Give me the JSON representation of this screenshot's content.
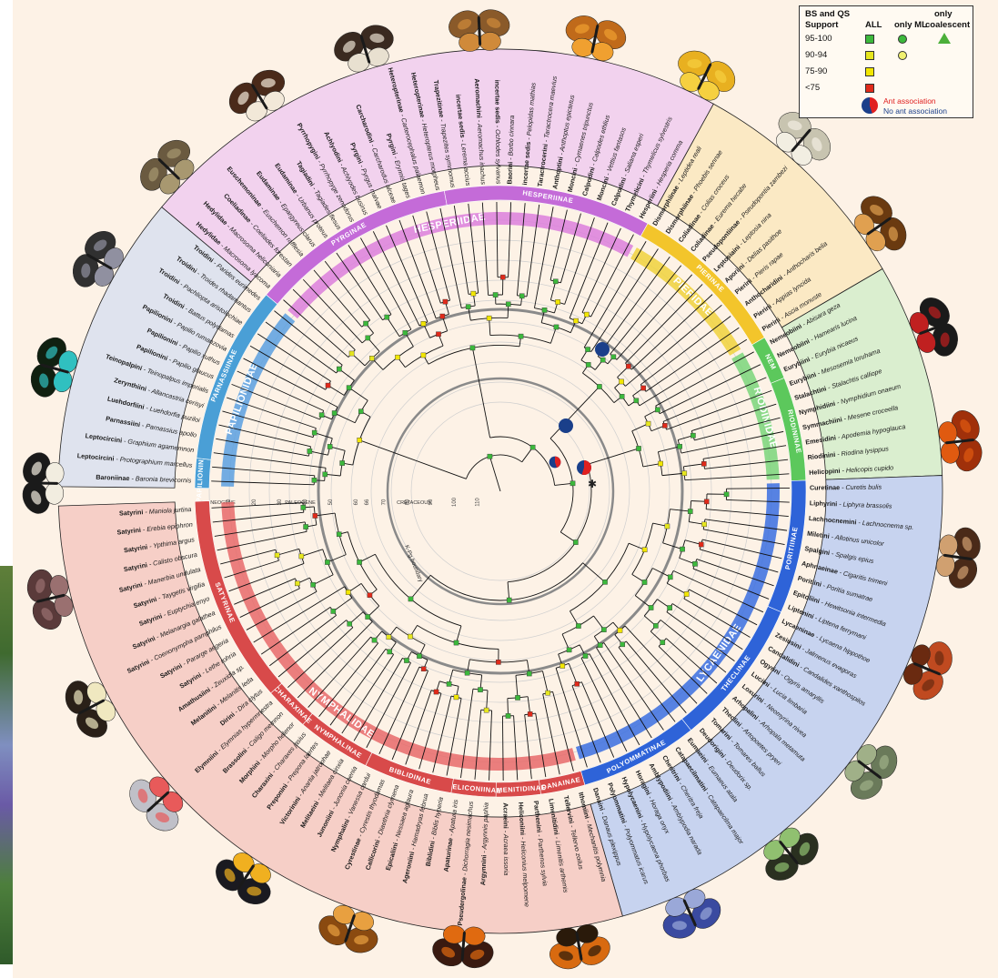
{
  "legend": {
    "title_line1": "BS and QS",
    "title_line2": "Support",
    "col_all": "ALL",
    "col_ml": "only ML",
    "col_coal_line1": "only",
    "col_coal_line2": "coalescent",
    "rows": [
      {
        "range": "95-100",
        "color": "#3cb83c"
      },
      {
        "range": "90-94",
        "color": "#e6e61e"
      },
      {
        "range": "75-90",
        "color": "#f2e600"
      },
      {
        "range": "<75",
        "color": "#e02a1a"
      }
    ],
    "ant_yes": "Ant association",
    "ant_no": "No ant association",
    "ant_yes_color": "#e02020",
    "ant_no_color": "#1a3f8a"
  },
  "time_axis": {
    "labels": [
      "110",
      "100",
      "90",
      "80",
      "70",
      "66",
      "60",
      "50",
      "40",
      "30",
      "20",
      "10",
      "0"
    ],
    "eras": [
      "CRETACEOUS",
      "PALEOGENE",
      "NEOGENE"
    ],
    "boundary": "K-Pg boundary"
  },
  "families": [
    {
      "name": "HESPERIIDAE",
      "color": "#dc7fdc"
    },
    {
      "name": "PIERIDAE",
      "color": "#f0d23c"
    },
    {
      "name": "RIODINIDAE",
      "color": "#7ad67a"
    },
    {
      "name": "LYCAENIDAE",
      "color": "#3a6ee0"
    },
    {
      "name": "NYMPHALIDAE",
      "color": "#e86a6a"
    },
    {
      "name": "PAPILIONIDAE",
      "color": "#5aa0e0"
    }
  ],
  "subfamilies": [
    "HESPERIINAE",
    "PYRGINAE",
    "PIERINAE",
    "NEM",
    "RIODININAE",
    "PORITIINAE",
    "SATYRINAE",
    "CHARAXINAE",
    "NYMPHALINAE",
    "BIBLIDINAE",
    "HELICONIINAE",
    "LIMENITIDINAE",
    "DANAINAE",
    "POLYOMMATINAE",
    "THECLINAE",
    "PAPILIONINAE",
    "PARNASSIINAE"
  ],
  "tips": [
    "Baroniinae - Baronia brevicornis",
    "Leptocircini - Protographium marcellus",
    "Leptocircini - Graphium agamemnon",
    "Parnassiini - Parnassius apollo",
    "Luehdorfiini - Luehdorfia puziloi",
    "Zerynthiini - Allancastria cerisyi",
    "Teinopalpini - Teinopalpus imperialis",
    "Papilionini - Papilio glaucus",
    "Papilionini - Papilio xuthus",
    "Papilionini - Papilio rumanzovia",
    "Troidini - Battus polydamas",
    "Troidini - Pachliopta aristolochiae",
    "Troidini - Troides rhadamantus",
    "Troidini - Parides eurimedes",
    "Hedylidae - Macrosoma lyacoma",
    "Hedylidae - Macrosoma heliconiaria",
    "Coeliadinae - Coeliades forestan",
    "Euschemoninae - Euschemon rafflesia",
    "Eudaminae - Epargyreus clarus",
    "Eudaminae - Urbanus proteus",
    "Tagiadini - Tagiades flesus",
    "Pyrrhopygini - Pyrrhopyge zenodorus",
    "Achlyodini - Achlyodes busirus",
    "Pyrgini - Pyrgus malvae",
    "Carcharodini - Carcharodus alceae",
    "Pyrgini - Erynnis tages",
    "Heteropterinae - Carterocephalus palaemon",
    "Heteropterinae - Heteropterus morpheus",
    "Trapezitinae - Trapezites symmomus",
    "incertae sedis - Lerema accius",
    "Aeromachini - Aeromachus inachus",
    "incertae sedis - Ochlodes sylvanus",
    "Baorini - Borbo cinnara",
    "incertae sedis - Pelopidas mathias",
    "Taractrocerini - Taractrocera maevius",
    "Anthoptini - Anthoptus epictetus",
    "Moncini - Cymaenes tripunctus",
    "Calpodini - Calpodes ethlius",
    "Moncini - Vettius fantasos",
    "Calpodini - Saliana esperi",
    "Thymelicini - Thymelicus sylvestris",
    "Hesperiini - Hesperia comma",
    "Dismorphiinae - Leptidea reali",
    "Dismorphiinae - Phoebis sennae",
    "Coliadinae - Colias croceus",
    "Coliadinae - Eurema hecabe",
    "Pseudopontiinae - Pseudopontia zambezi",
    "Leptosiaini - Leptosia nina",
    "Aporiini - Delias pasithoe",
    "Pierini - Pieris rapae",
    "Anthocharidini - Anthocharis belia",
    "Pierini - Appias lyncida",
    "Pierini - Ascia monuste",
    "Nemeobiini - Abisara geza",
    "Nemeobiini - Hamearis lucina",
    "Eurybiini - Eurybia nicaeus",
    "Eurybiini - Mesosemia loruhama",
    "Stalachtini - Stalachtis calliope",
    "Nymphidiini - Nymphidium onaeum",
    "Symmachiini - Mesene croceella",
    "Emesidini - Apodemia hypoglauca",
    "Riodinini - Riodina lysippus",
    "Helicopini - Helicopis cupido",
    "Curetinae - Curetis bulis",
    "Liphyrini - Liphyra brassolis",
    "Lachnocnemini - Lachnocnema sp.",
    "Miletini - Allotinus unicolor",
    "Spalgini - Spalgis epius",
    "Aphnaeinae - Cigaritis trimeni",
    "Poritiini - Poritia sumatrae",
    "Epitoliini - Hewitsonia intermedia",
    "Liptenini - Liptena ferrymani",
    "Lycaeninae - Lycaena hippothoe",
    "Zesiusini - Jalmenus evagoras",
    "Candalidini - Candalides xanthospilos",
    "Ogyrini - Ogyris amaryllis",
    "Luciini - Lucia limbaria",
    "Loxurini - Neomyrina nivea",
    "Arhopalini - Arhopala metamuta",
    "Theclini - Artopoetes pryeri",
    "Tomarini - Tomares ballus",
    "Deudorigini - Deudorix sp.",
    "Eumaeini - Eumaeus atala",
    "Catapaecilmatini - Catapaecilma major",
    "Cheritrini - Cheritra freja",
    "Amblypodiini - Amblypodia narada",
    "Horagini - Horaga onyx",
    "Hypolycaenini - Hypolycaena phorbas",
    "Polyommatini - Polyommatus icarus",
    "Danaini - Danaus plexippus",
    "Ithomiini - Mechanitis polymnia",
    "Tellervini - Tellervo zoilus",
    "Limenitidini - Limenitis arthemis",
    "Parthenini - Parthenos sylvia",
    "Heliconiini - Heliconius melpomene",
    "Acraeini - Acraea issoria",
    "Argynnini - Argynnis paphia",
    "Pseudergolinae - Dichorragia nesimachus",
    "Apaturinae - Apatura iris",
    "Biblidini - Biblis hyperia",
    "Ageroniini - Hamadryas februa",
    "Epicaliini - Nessaea aglaura",
    "Callicorini - Diaethria clymena",
    "Cyrestinae - Cyrestis thyodamas",
    "Nymphalini - Vanessa cardui",
    "Junoniini - Junonia coenia",
    "Melitaeini - Melitaea cinxia",
    "Victorinini - Anartia jatrophae",
    "Preponini - Prepona laertes",
    "Charaxini - Charaxes jasius",
    "Morphini - Morpho helenor",
    "Brassolini - Caligo memnon",
    "Elymniini - Elymnias hypermnestra",
    "Dirini - Dira clytus",
    "Melanitini - Melanitis leda",
    "Amathusiini - Zeuxidia sp.",
    "Satyrini - Lethe rohria",
    "Satyrini - Pararge aegeria",
    "Satyrini - Coenonympha pamphilus",
    "Satyrini - Melanargia galathea",
    "Satyrini - Euptychia enyo",
    "Satyrini - Taygetis virgilia",
    "Satyrini - Manerbia undulata",
    "Satyrini - Calisto obscura",
    "Satyrini - Ypthima argus",
    "Satyrini - Erebia epiphron",
    "Satyrini - Maniola jurtina"
  ]
}
